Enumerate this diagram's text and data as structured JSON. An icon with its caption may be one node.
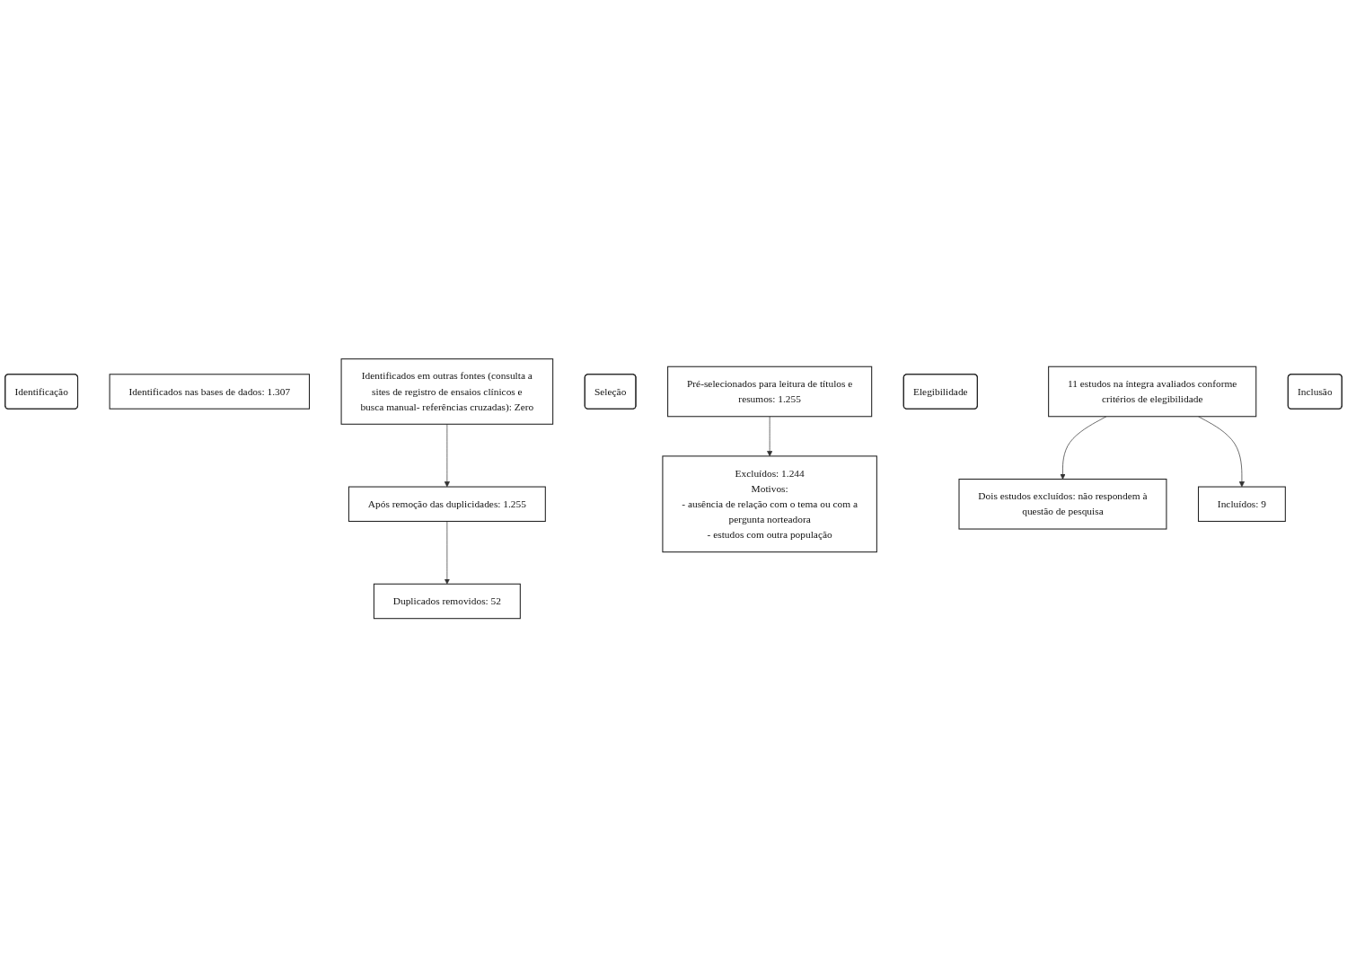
{
  "diagram": {
    "nodes": [
      {
        "text": [
          "Identificação"
        ]
      },
      {
        "text": [
          "Identificados nas bases de dados: 1.307"
        ]
      },
      {
        "text": [
          "Identificados em outras fontes (consulta a sites de registro de ensaios clínicos e busca manual- referências cruzadas): Zero"
        ]
      },
      {
        "text": [
          "Seleção"
        ]
      },
      {
        "text": [
          "Após remoção das duplicidades: 1.255"
        ]
      },
      {
        "text": [
          "Duplicados removidos: 52"
        ]
      },
      {
        "text": [
          "Pré-selecionados para leitura de títulos e resumos: 1.255"
        ]
      },
      {
        "text": [
          "Excluídos: 1.244",
          "Motivos:",
          "- ausência de relação com o tema ou com a pergunta norteadora",
          "- estudos com outra população"
        ]
      },
      {
        "text": [
          "Elegibilidade"
        ]
      },
      {
        "text": [
          "11 estudos na íntegra avaliados conforme critérios de elegibilidade"
        ]
      },
      {
        "text": [
          "Dois estudos excluídos: não respondem à questão de pesquisa"
        ]
      },
      {
        "text": [
          "Inclusão"
        ]
      },
      {
        "text": [
          "Incluídos: 9"
        ]
      }
    ],
    "edges": [
      {
        "from": 2,
        "to": 4,
        "arrow": "to"
      },
      {
        "from": 4,
        "to": 5,
        "arrow": "to"
      },
      {
        "from": 6,
        "to": 7,
        "arrow": "to"
      },
      {
        "from": 9,
        "to": 10,
        "arrow": "to"
      },
      {
        "from": 9,
        "to": 12,
        "arrow": "to"
      }
    ]
  }
}
